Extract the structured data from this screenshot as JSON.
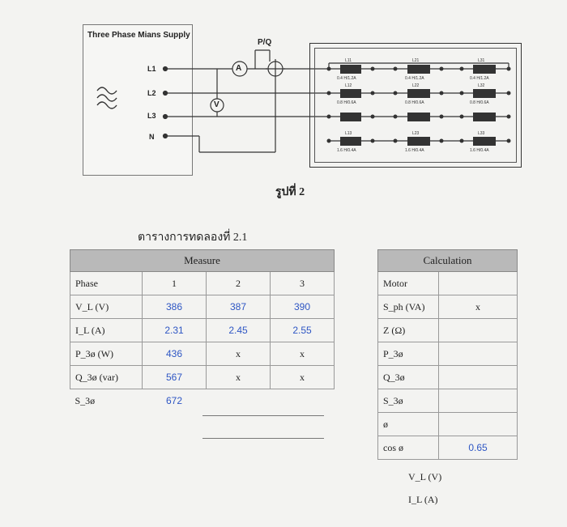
{
  "diagram": {
    "supply_title": "Three Phase Mians Supply",
    "lines": [
      "L1",
      "L2",
      "L3",
      "N"
    ],
    "ammeter": "A",
    "voltmeter": "V",
    "pq_label": "P/Q",
    "loads": [
      {
        "id": "L11",
        "rating": "0.4 H/1.2A"
      },
      {
        "id": "L21",
        "rating": "0.4 H/1.2A"
      },
      {
        "id": "L31",
        "rating": "0.4 H/1.2A"
      },
      {
        "id": "L12",
        "rating": "0.8 H/0.6A"
      },
      {
        "id": "L22",
        "rating": "0.8 H/0.6A"
      },
      {
        "id": "L32",
        "rating": "0.8 H/0.6A"
      },
      {
        "id": "L13",
        "rating": "1.6 H/0.4A"
      },
      {
        "id": "L23",
        "rating": "1.6 H/0.4A"
      },
      {
        "id": "L33",
        "rating": "1.6 H/0.4A"
      }
    ],
    "figure_caption": "รูปที่ 2"
  },
  "table_title": "ตารางการทดลองที่ 2.1",
  "measure": {
    "header": "Measure",
    "columns": [
      "Phase",
      "1",
      "2",
      "3"
    ],
    "rows": [
      {
        "label": "V_L (V)",
        "values": [
          "386",
          "387",
          "390"
        ]
      },
      {
        "label": "I_L (A)",
        "values": [
          "2.31",
          "2.45",
          "2.55"
        ]
      },
      {
        "label": "P_3ø (W)",
        "values": [
          "436",
          "x",
          "x"
        ]
      },
      {
        "label": "Q_3ø (var)",
        "values": [
          "567",
          "x",
          "x"
        ]
      }
    ],
    "s_label": "S_3ø",
    "s_value": "672"
  },
  "calculation": {
    "header": "Calculation",
    "rows": [
      {
        "label": "Motor",
        "value": ""
      },
      {
        "label": "S_ph (VA)",
        "value": "x"
      },
      {
        "label": "Z (Ω)",
        "value": ""
      },
      {
        "label": "P_3ø",
        "value": ""
      },
      {
        "label": "Q_3ø",
        "value": ""
      },
      {
        "label": "S_3ø",
        "value": ""
      },
      {
        "label": "ø",
        "value": ""
      },
      {
        "label": "cos ø",
        "value": "0.65"
      }
    ],
    "footer": [
      "V_L (V)",
      "I_L (A)"
    ]
  }
}
